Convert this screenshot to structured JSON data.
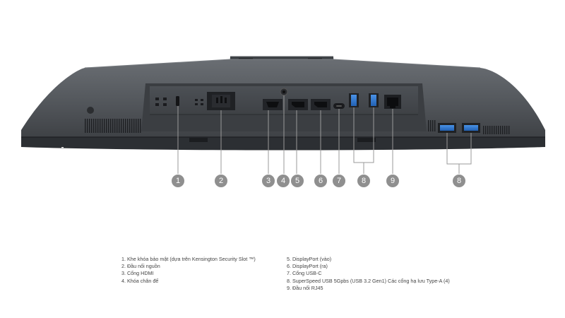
{
  "callouts": [
    "1",
    "2",
    "3",
    "4",
    "5",
    "6",
    "7",
    "8",
    "9",
    "8"
  ],
  "legend": {
    "left": [
      "1. Khe khóa bảo mật (dựa trên Kensington Security Slot ™)",
      "2. Đầu nối nguồn",
      "3. Cổng HDMI",
      "4. Khóa chân đế"
    ],
    "right": [
      "5. DisplayPort (vào)",
      "6. DisplayPort (ra)",
      "7. Cổng USB-C",
      "8. SuperSpeed USB 5Gpbs (USB 3.2 Gen1) Các cổng hạ lưu Type-A (4)",
      "9. Đầu nối RJ45"
    ]
  },
  "colors": {
    "body": "#4d5156",
    "bezel": "#2e3135",
    "callout": "#8f8f8f",
    "usb_blue": "#2f7bd2"
  },
  "icons": [
    "vent-grille",
    "power-socket",
    "hdmi-port",
    "displayport",
    "usb-c-port",
    "usb-a-port",
    "rj45-port"
  ]
}
